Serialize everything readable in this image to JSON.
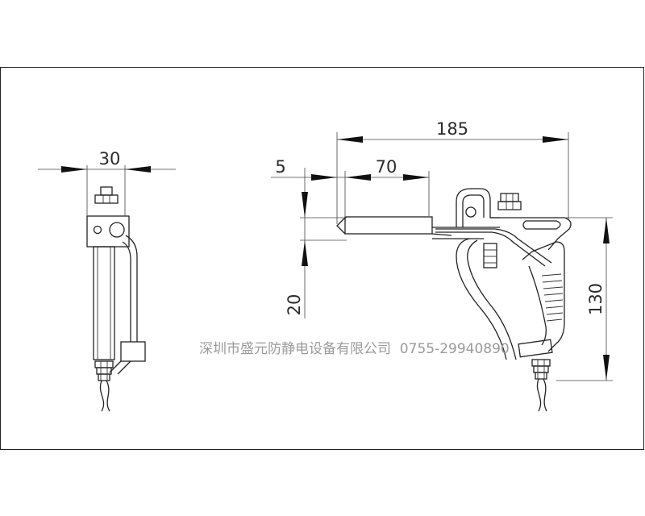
{
  "dimensions": {
    "side_width": "30",
    "overall_length": "185",
    "tip_length": "5",
    "barrel_length": "70",
    "height_20": "20",
    "height_130": "130"
  },
  "watermark": "深圳市盛元防静电设备有限公司  0755-29940890"
}
